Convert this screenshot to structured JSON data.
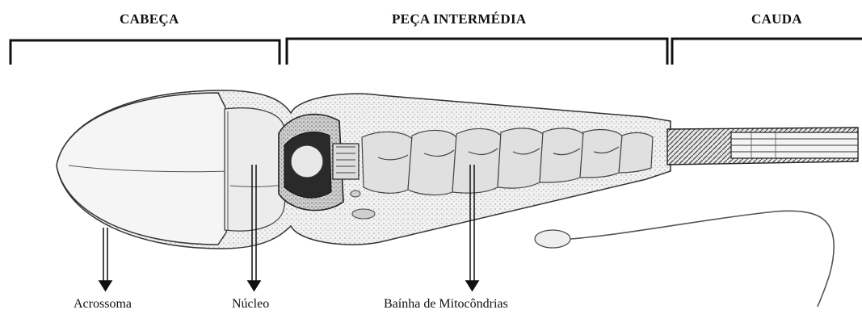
{
  "sections": {
    "head": "CABEÇA",
    "midpiece": "PEÇA INTERMÉDIA",
    "tail": "CAUDA"
  },
  "parts": {
    "acrosome": "Acrossoma",
    "nucleus": "Núcleo",
    "mitochondrial_sheath": "Baínha de Mitocôndrias"
  }
}
